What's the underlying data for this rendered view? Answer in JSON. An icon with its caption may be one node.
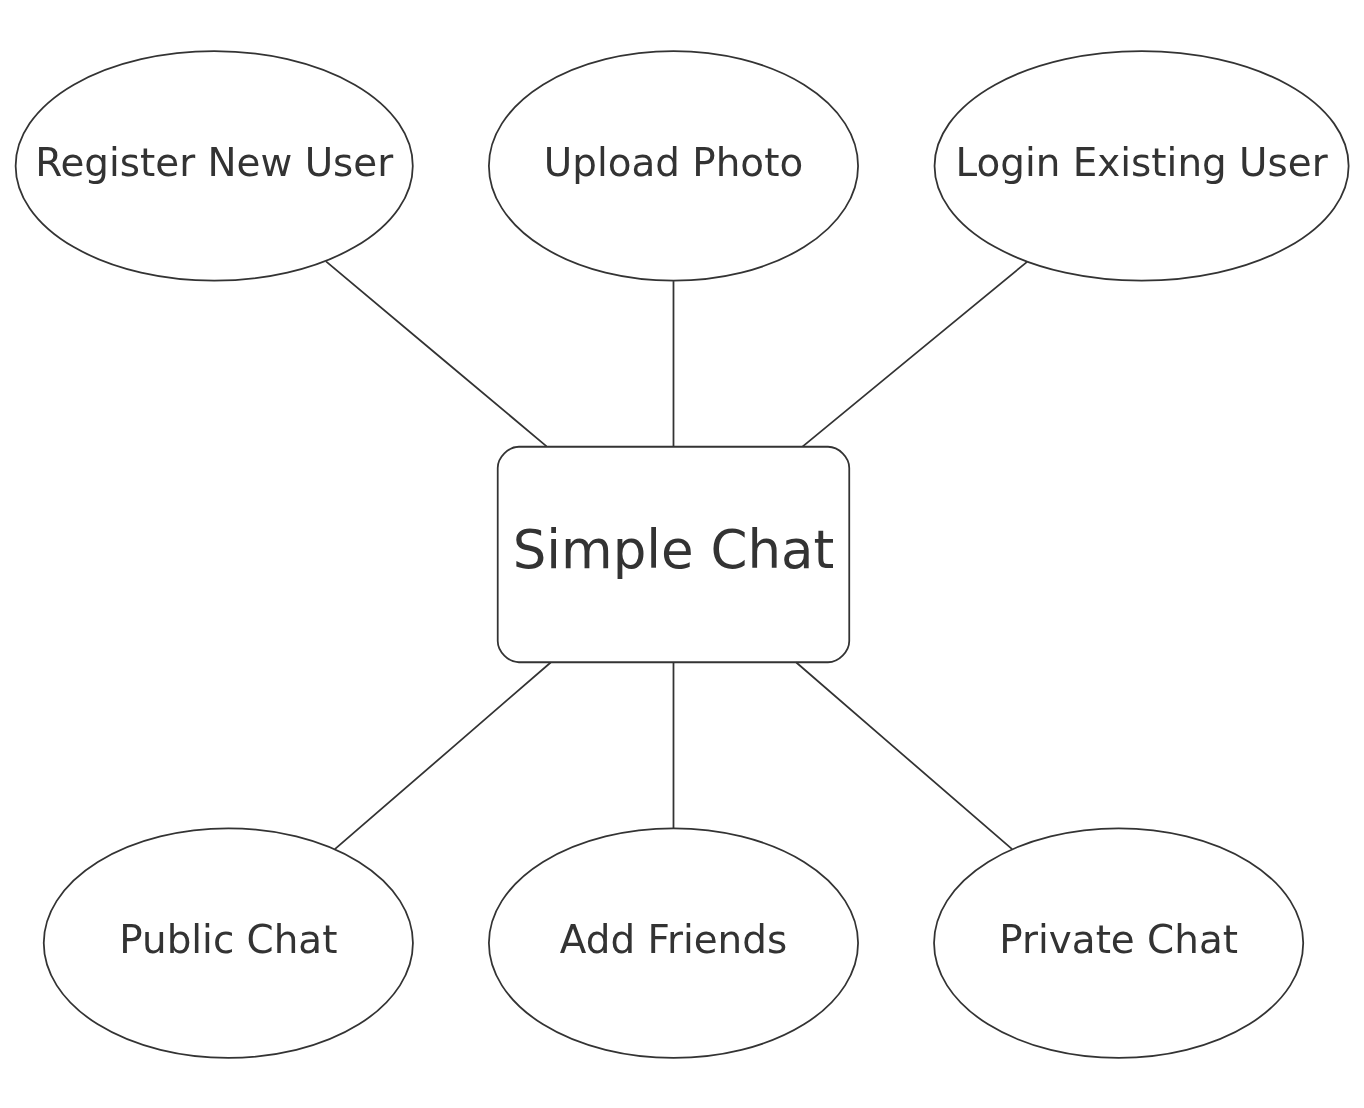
{
  "diagram": {
    "nodes": [
      {
        "text": [
          "Register New User"
        ]
      },
      {
        "text": [
          "Upload Photo"
        ]
      },
      {
        "text": [
          "Login Existing User"
        ]
      },
      {
        "text": [
          "Simple Chat"
        ]
      },
      {
        "text": [
          "Public Chat"
        ]
      },
      {
        "text": [
          "Add Friends"
        ]
      },
      {
        "text": [
          "Private Chat"
        ]
      }
    ],
    "edges": [
      {
        "from": 0,
        "to": 3,
        "arrow": "none"
      },
      {
        "from": 1,
        "to": 3,
        "arrow": "none"
      },
      {
        "from": 2,
        "to": 3,
        "arrow": "none"
      },
      {
        "from": 3,
        "to": 4,
        "arrow": "none"
      },
      {
        "from": 3,
        "to": 5,
        "arrow": "none"
      },
      {
        "from": 3,
        "to": 6,
        "arrow": "none"
      }
    ]
  }
}
